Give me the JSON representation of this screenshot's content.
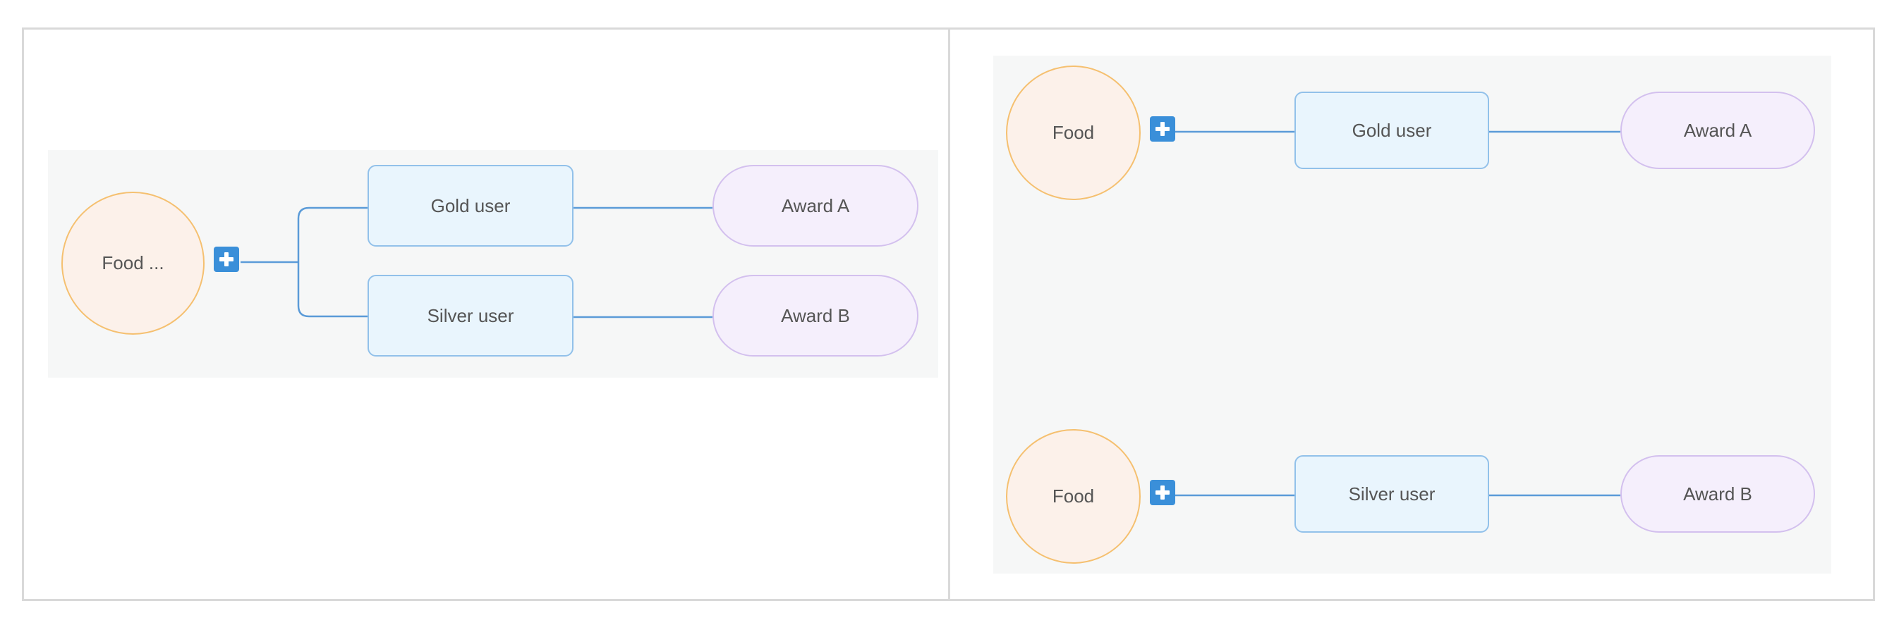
{
  "left_panel": {
    "root": {
      "label": "Food ..."
    },
    "branches": [
      {
        "level": "Gold user",
        "award": "Award A"
      },
      {
        "level": "Silver user",
        "award": "Award B"
      }
    ]
  },
  "right_panel": {
    "rows": [
      {
        "root": "Food",
        "level": "Gold user",
        "award": "Award A"
      },
      {
        "root": "Food",
        "level": "Silver user",
        "award": "Award B"
      }
    ]
  },
  "colors": {
    "root_fill": "#fcf1ea",
    "root_border": "#f5c070",
    "level_fill": "#e9f5fd",
    "level_border": "#92c1ea",
    "award_fill": "#f5effc",
    "award_border": "#d3c0ee",
    "connector": "#5b9bd8",
    "expand_button": "#3a8fd9",
    "canvas_background": "#f6f7f7",
    "frame_border": "#d9d9d9"
  },
  "icons": {
    "expand": "plus-square-icon"
  }
}
